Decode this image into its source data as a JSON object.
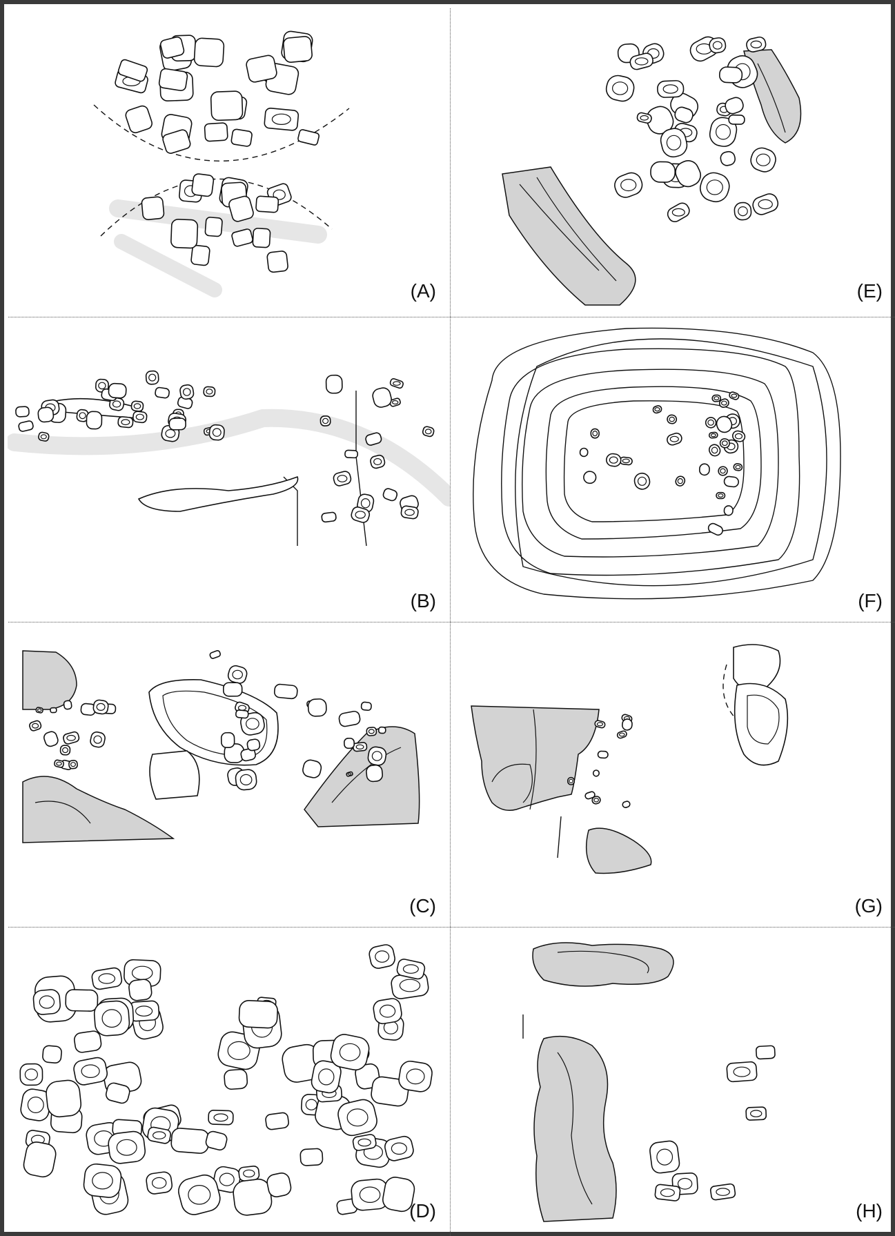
{
  "figure": {
    "panels": [
      {
        "id": "A",
        "label": "(A)"
      },
      {
        "id": "E",
        "label": "(E)"
      },
      {
        "id": "B",
        "label": "(B)"
      },
      {
        "id": "F",
        "label": "(F)"
      },
      {
        "id": "C",
        "label": "(C)"
      },
      {
        "id": "G",
        "label": "(G)"
      },
      {
        "id": "D",
        "label": "(D)"
      },
      {
        "id": "H",
        "label": "(H)"
      }
    ]
  },
  "colors": {
    "border": "#3a3a3a",
    "shaded_area": "#d3d3d3",
    "light_band": "#e6e6e6",
    "line": "#111111"
  }
}
